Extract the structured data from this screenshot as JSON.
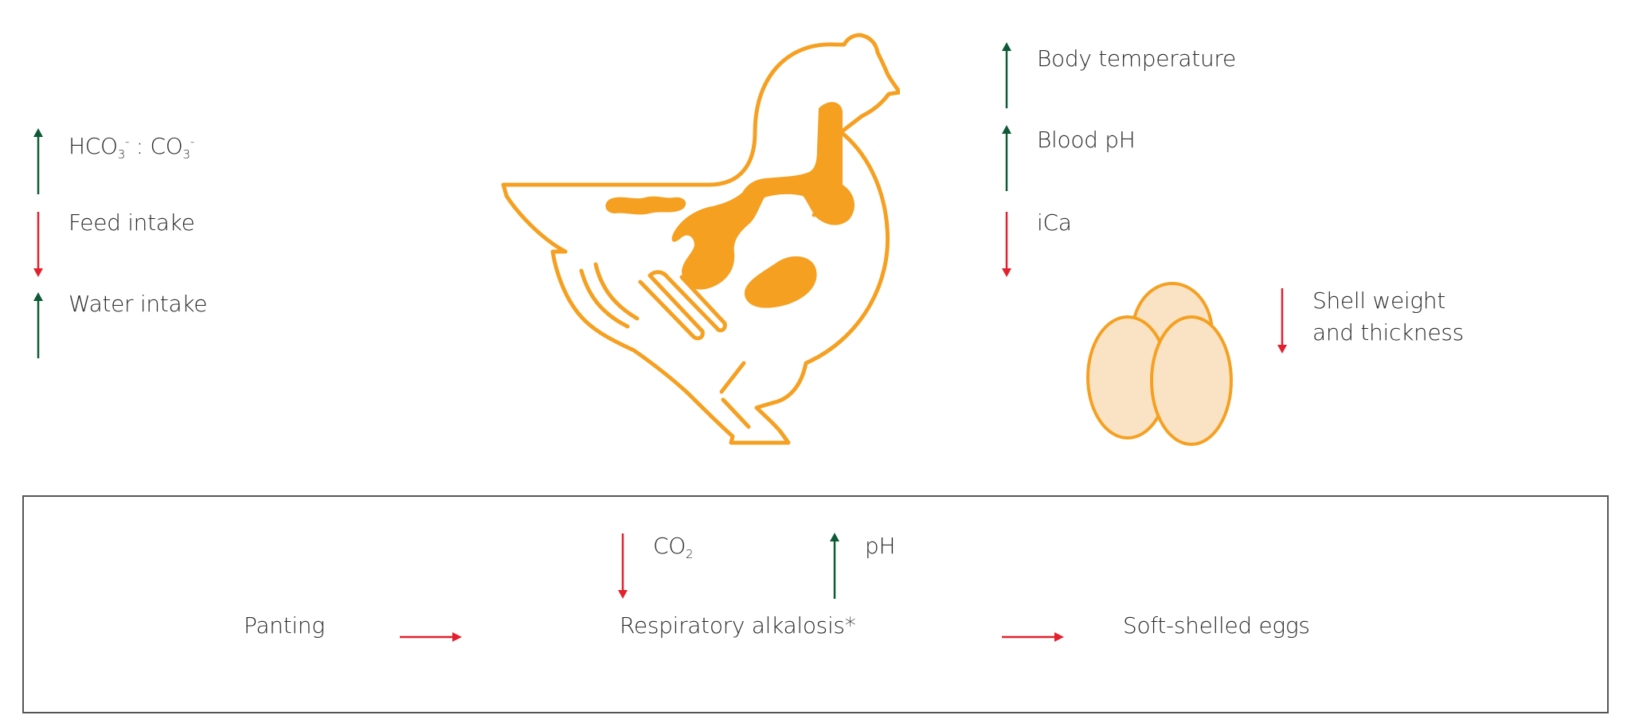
{
  "colors": {
    "up_arrow": "#0f5a36",
    "down_arrow": "#e3202c",
    "hen_stroke": "#f5a021",
    "organ_fill": "#f5a021",
    "egg_fill": "#f9e3c4",
    "egg_stroke": "#f5a021",
    "flow_arrow": "#e3202c",
    "box_border": "#555555"
  },
  "left_indicators": {
    "ratio": {
      "main1": "HCO",
      "sub1": "3",
      "sup1": "-",
      "sep": " : CO",
      "sub2": "3",
      "sup2": "-",
      "direction": "up"
    },
    "feed": {
      "label": "Feed intake",
      "direction": "down"
    },
    "water": {
      "label": "Water intake",
      "direction": "up"
    }
  },
  "right_indicators": {
    "body_temp": {
      "label": "Body temperature",
      "direction": "up"
    },
    "blood_ph": {
      "label": "Blood pH",
      "direction": "up"
    },
    "ica": {
      "label": "iCa",
      "direction": "down"
    }
  },
  "eggs": {
    "shell_line1": "Shell weight",
    "shell_line2": "and thickness",
    "direction": "down",
    "icon": "eggs-icon"
  },
  "hen": {
    "icon": "hen-icon"
  },
  "flow": {
    "panting": "Panting",
    "alkalosis": "Respiratory alkalosis*",
    "soft_eggs": "Soft-shelled eggs",
    "co2_main": "CO",
    "co2_sub": "2",
    "co2_direction": "down",
    "ph": "pH",
    "ph_direction": "up"
  }
}
